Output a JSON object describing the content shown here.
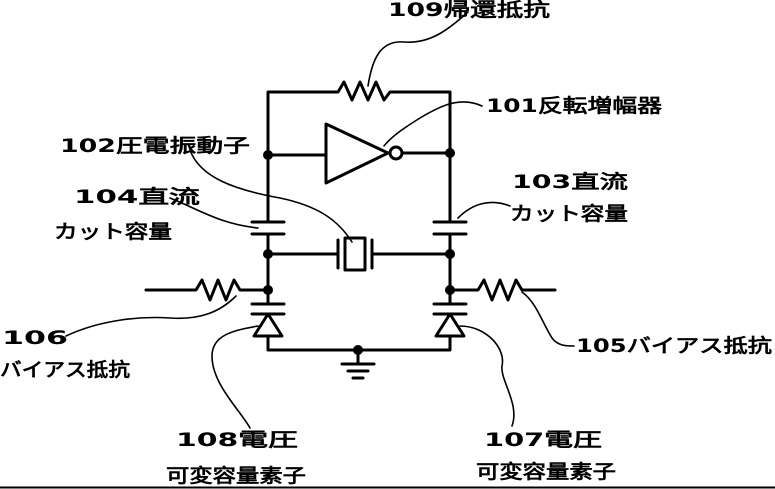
{
  "labels": {
    "feedback_resistor": "109帰還抵抗",
    "inverting_amp": "101反転増幅器",
    "piezo": "102圧電振動子",
    "cap104_line1": "104直流",
    "cap104_line2": "カット容量",
    "cap103_line1": "103直流",
    "cap103_line2": "カット容量",
    "res106_line1": "106",
    "res106_line2": "バイアス抵抗",
    "res105": "105バイアス抵抗",
    "var108_line1": "108電圧",
    "var108_line2": "可変容量素子",
    "var107_line1": "107電圧",
    "var107_line2": "可変容量素子"
  },
  "colors": {
    "line": "#000000",
    "background": "#ffffff"
  }
}
